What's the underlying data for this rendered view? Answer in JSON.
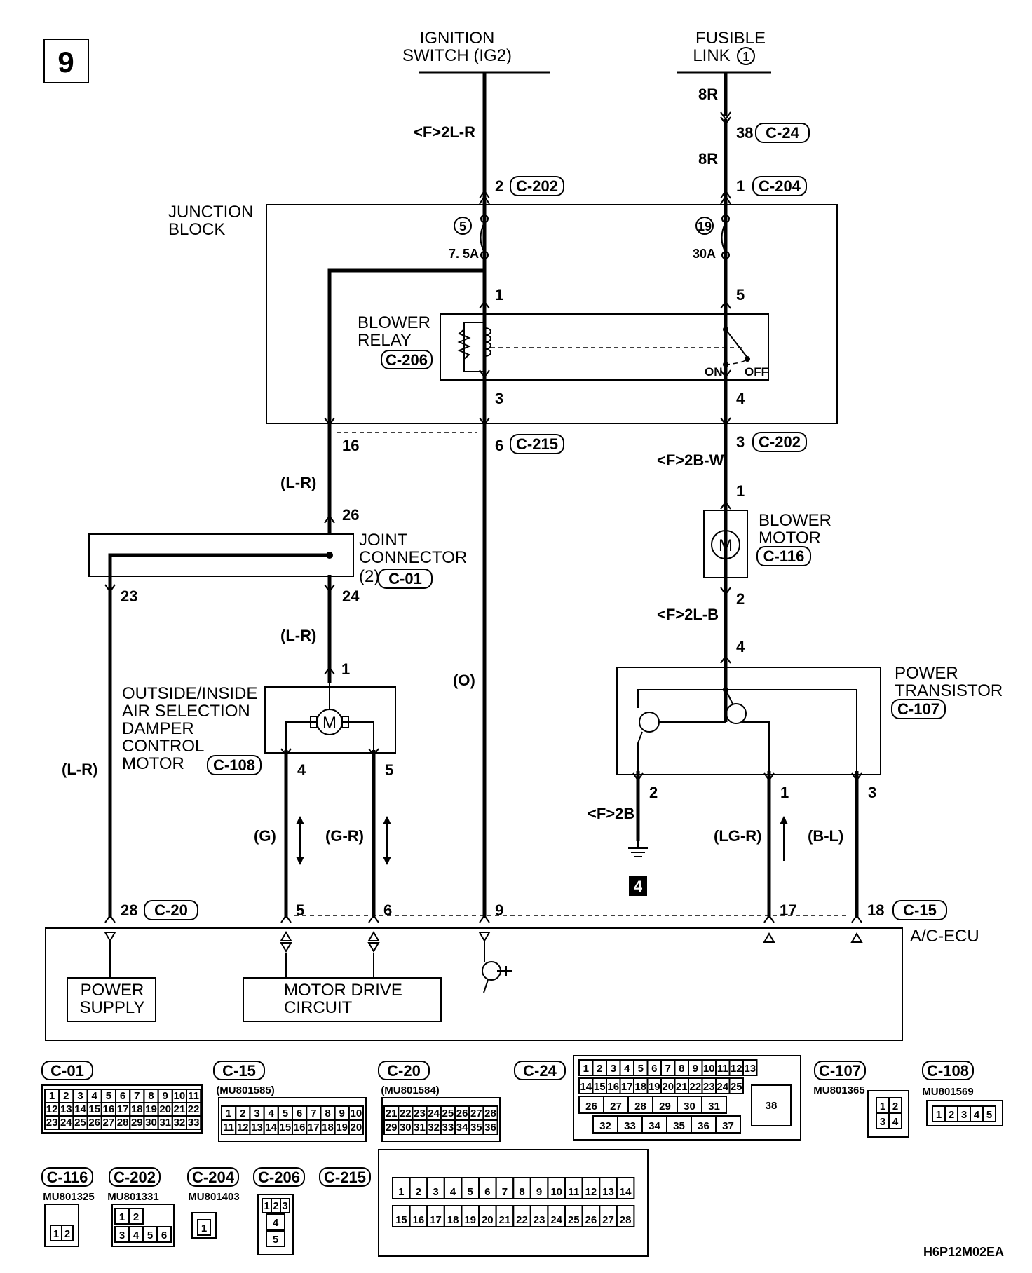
{
  "page_number": "9",
  "sources": {
    "ignition": [
      "IGNITION",
      "SWITCH (IG2)"
    ],
    "fusible": [
      "FUSIBLE",
      "LINK"
    ],
    "fusible_circle": "1"
  },
  "wires": {
    "f2lr": "<F>2L-R",
    "r8_top": "8R",
    "r8_bottom": "8R",
    "f2bw": "<F>2B-W",
    "f2lb": "<F>2L-B",
    "lr_a": "(L-R)",
    "lr_b": "(L-R)",
    "lr_left": "(L-R)",
    "o": "(O)",
    "g": "(G)",
    "gr": "(G-R)",
    "f2b": "<F>2B",
    "lgr": "(LG-R)",
    "bl": "(B-L)"
  },
  "pins": {
    "p38": "38",
    "c24": "C-24",
    "p2_jb": "2",
    "c202_top": "C-202",
    "p1_jb": "1",
    "c204": "C-204",
    "p1_relay": "1",
    "p5_relay": "5",
    "p3_relay": "3",
    "p4_relay": "4",
    "p16": "16",
    "p6": "6",
    "c215": "C-215",
    "p3_out": "3",
    "c202_out": "C-202",
    "p1_motor": "1",
    "p2_motor": "2",
    "p26": "26",
    "p23": "23",
    "p24": "24",
    "p1_damper": "1",
    "p4_damper": "4",
    "p5_damper": "5",
    "p4_pt": "4",
    "p2_pt": "2",
    "p1_pt": "1",
    "p3_pt": "3",
    "p28": "28",
    "c20": "C-20",
    "p5_ecu": "5",
    "p6_ecu": "6",
    "p9_ecu": "9",
    "p17_ecu": "17",
    "p18_ecu": "18",
    "c15": "C-15"
  },
  "junction_block": {
    "label": [
      "JUNCTION",
      "BLOCK"
    ],
    "fuse5_no": "5",
    "fuse5_rating": "7. 5A",
    "fuse19_no": "19",
    "fuse19_rating": "30A"
  },
  "relay": {
    "label": [
      "BLOWER",
      "RELAY"
    ],
    "conn": "C-206",
    "on": "ON",
    "off": "OFF"
  },
  "joint": {
    "label": [
      "JOINT",
      "CONNECTOR"
    ],
    "prefix": "(2)",
    "conn": "C-01"
  },
  "blower_motor": {
    "label": [
      "BLOWER",
      "MOTOR"
    ],
    "conn": "C-116",
    "symbol": "M"
  },
  "damper": {
    "label": [
      "OUTSIDE/INSIDE",
      "AIR SELECTION",
      "DAMPER",
      "CONTROL",
      "MOTOR"
    ],
    "conn": "C-108",
    "symbol": "M"
  },
  "transistor": {
    "label": [
      "POWER",
      "TRANSISTOR"
    ],
    "conn": "C-107"
  },
  "ground_no": "4",
  "ecu": {
    "label": "A/C-ECU",
    "power": [
      "POWER",
      "SUPPLY"
    ],
    "motor_drive": [
      "MOTOR DRIVE",
      "CIRCUIT"
    ]
  },
  "connectors": {
    "c01": {
      "name": "C-01",
      "rows": [
        [
          "1",
          "2",
          "3",
          "4",
          "5",
          "6",
          "7",
          "8",
          "9",
          "10",
          "11"
        ],
        [
          "12",
          "13",
          "14",
          "15",
          "16",
          "17",
          "18",
          "19",
          "20",
          "21",
          "22"
        ],
        [
          "23",
          "24",
          "25",
          "26",
          "27",
          "28",
          "29",
          "30",
          "31",
          "32",
          "33"
        ]
      ]
    },
    "c15": {
      "name": "C-15",
      "part": "(MU801585)",
      "rows": [
        [
          "1",
          "2",
          "3",
          "4",
          "5",
          "6",
          "7",
          "8",
          "9",
          "10"
        ],
        [
          "11",
          "12",
          "13",
          "14",
          "15",
          "16",
          "17",
          "18",
          "19",
          "20"
        ]
      ]
    },
    "c20": {
      "name": "C-20",
      "part": "(MU801584)",
      "rows": [
        [
          "21",
          "22",
          "23",
          "24",
          "25",
          "26",
          "27",
          "28"
        ],
        [
          "29",
          "30",
          "31",
          "32",
          "33",
          "34",
          "35",
          "36"
        ]
      ]
    },
    "c24": {
      "name": "C-24",
      "row1": [
        "1",
        "2",
        "3",
        "4",
        "5",
        "6",
        "7",
        "8",
        "9",
        "10",
        "11",
        "12",
        "13"
      ],
      "row2": [
        "14",
        "15",
        "16",
        "17",
        "18",
        "19",
        "20",
        "21",
        "22",
        "23",
        "24",
        "25"
      ],
      "row3": [
        "26",
        "27",
        "28",
        "29",
        "30",
        "31"
      ],
      "row4": [
        "32",
        "33",
        "34",
        "35",
        "36",
        "37"
      ],
      "big": "38"
    },
    "c107": {
      "name": "C-107",
      "part": "MU801365",
      "cells": [
        "1",
        "2",
        "3",
        "4"
      ]
    },
    "c108": {
      "name": "C-108",
      "part": "MU801569",
      "cells": [
        "1",
        "2",
        "3",
        "4",
        "5"
      ]
    },
    "c116": {
      "name": "C-116",
      "part": "MU801325",
      "cells": [
        "1",
        "2"
      ]
    },
    "c202": {
      "name": "C-202",
      "part": "MU801331",
      "top": [
        "1",
        "2"
      ],
      "bottom": [
        "3",
        "4",
        "5",
        "6"
      ]
    },
    "c204": {
      "name": "C-204",
      "part": "MU801403",
      "cells": [
        "1"
      ]
    },
    "c206": {
      "name": "C-206",
      "cells": [
        "1",
        "2",
        "3",
        "4",
        "5"
      ]
    },
    "c215": {
      "name": "C-215",
      "row1": [
        "1",
        "2",
        "3",
        "4",
        "5",
        "6",
        "7",
        "8",
        "9",
        "10",
        "11",
        "12",
        "13",
        "14"
      ],
      "row2": [
        "15",
        "16",
        "17",
        "18",
        "19",
        "20",
        "21",
        "22",
        "23",
        "24",
        "25",
        "26",
        "27",
        "28"
      ]
    }
  },
  "footer_code": "H6P12M02EA"
}
